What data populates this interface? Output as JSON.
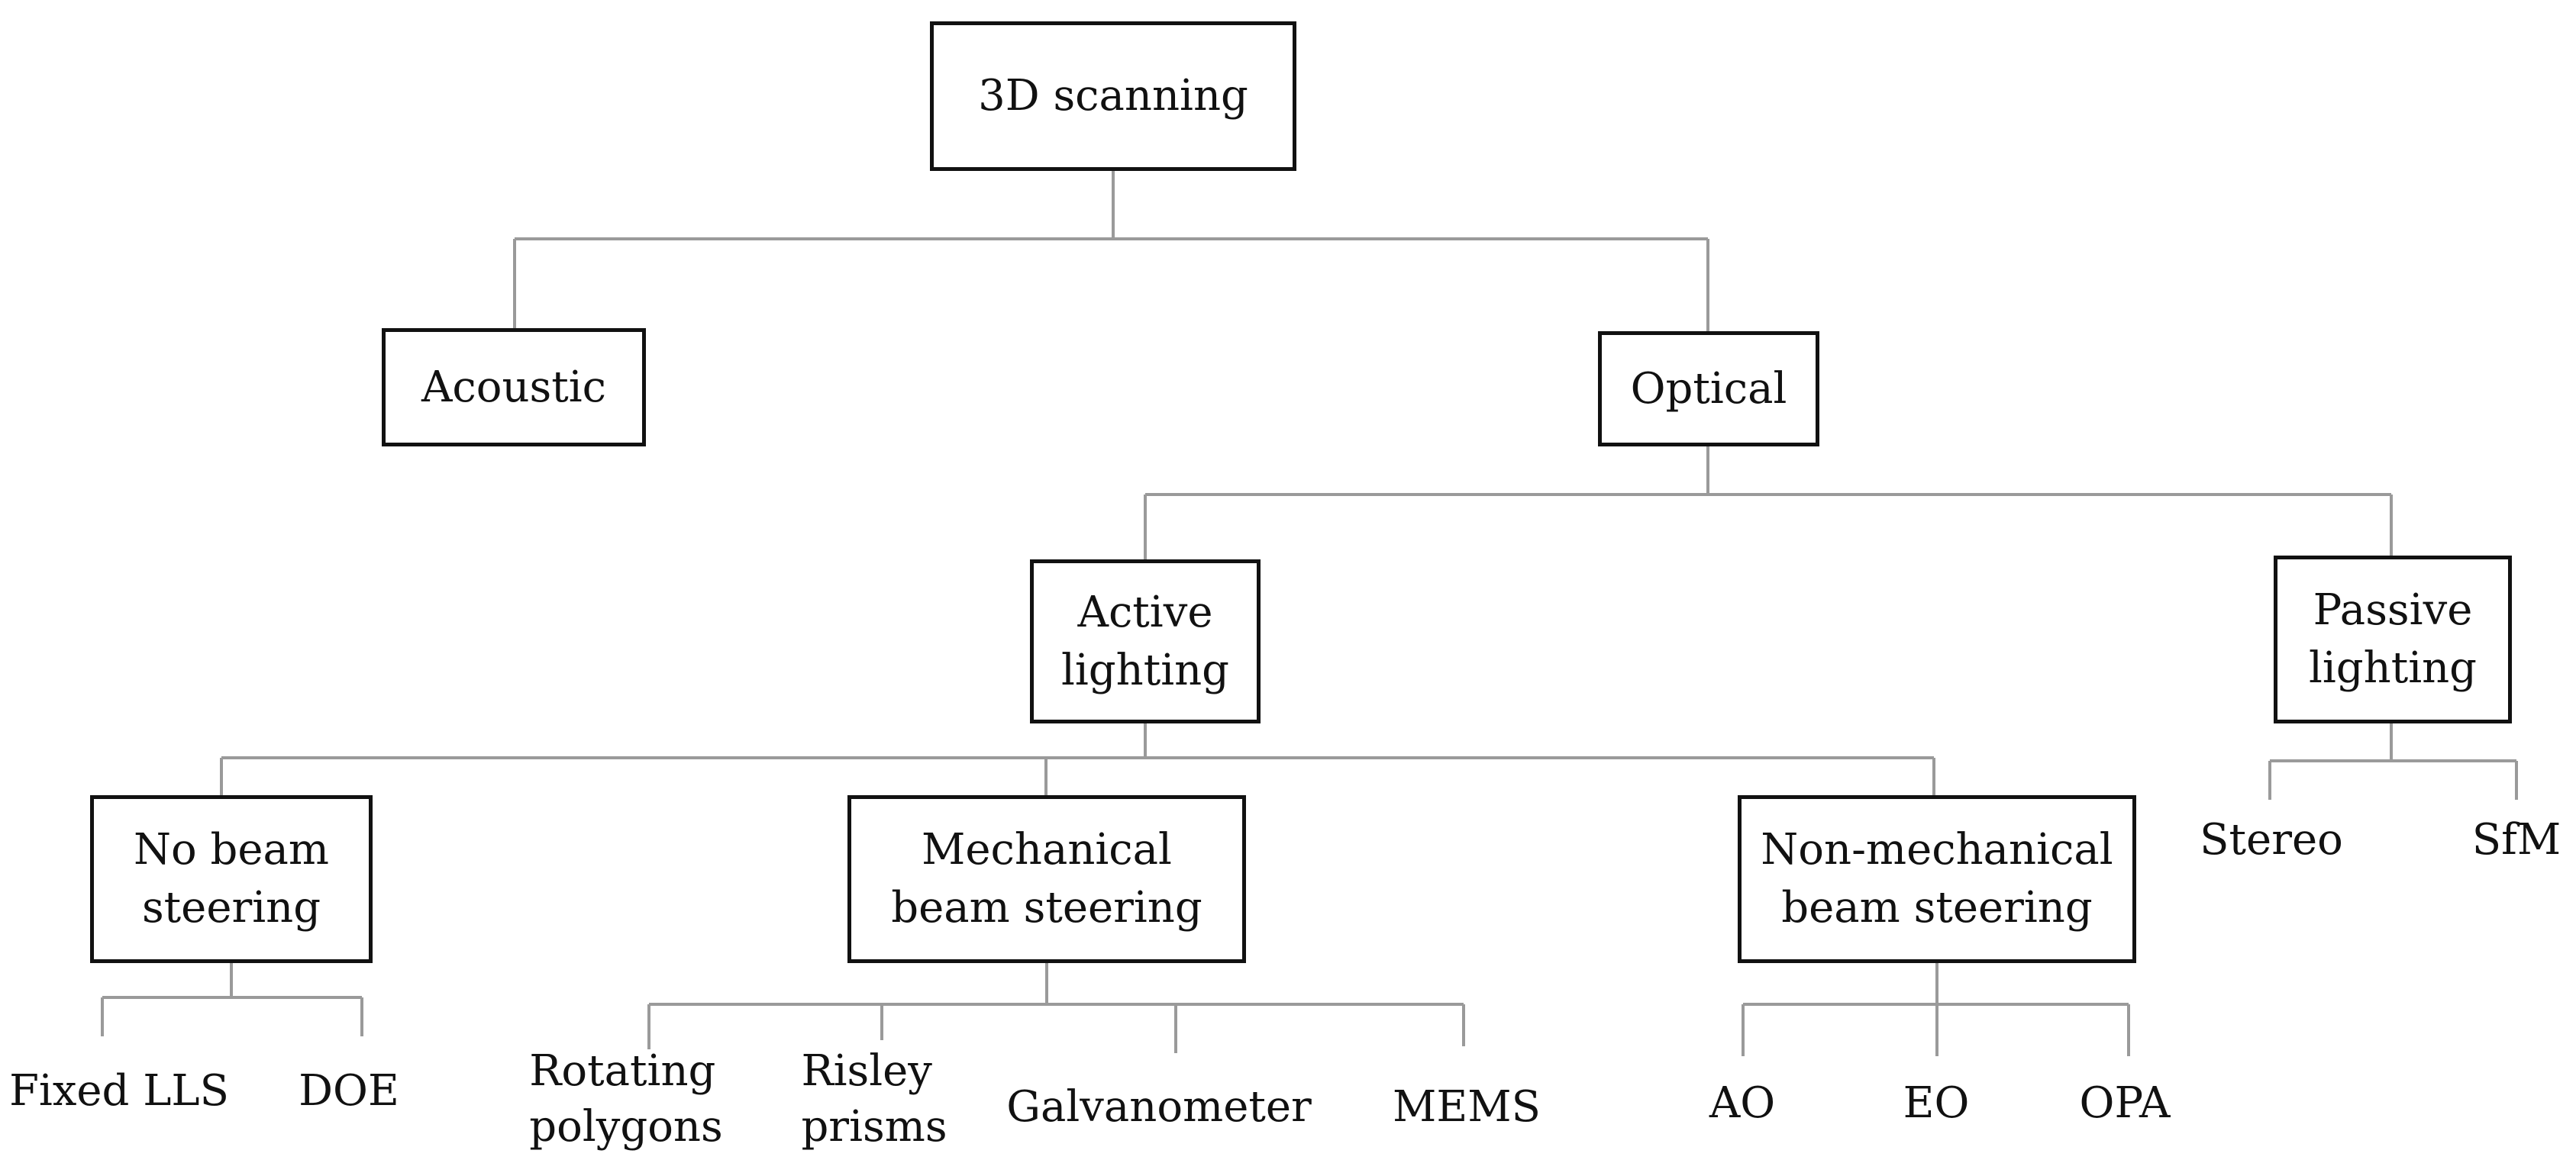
{
  "diagram": {
    "line_color": "#9a9a9a",
    "box_border_color": "#111111",
    "nodes": {
      "root": "3D scanning",
      "acoustic": "Acoustic",
      "optical": "Optical",
      "active": "Active\nlighting",
      "passive": "Passive\nlighting",
      "no_beam": "No beam\nsteering",
      "mechanical": "Mechanical\nbeam steering",
      "non_mechanical": "Non-mechanical\nbeam steering"
    },
    "leaves": {
      "stereo": "Stereo",
      "sfm": "SfM",
      "fixed_lls": "Fixed LLS",
      "doe": "DOE",
      "rotating_polygons": "Rotating\npolygons",
      "risley_prisms": "Risley\nprisms",
      "galvanometer": "Galvanometer",
      "mems": "MEMS",
      "ao": "AO",
      "eo": "EO",
      "opa": "OPA"
    }
  }
}
